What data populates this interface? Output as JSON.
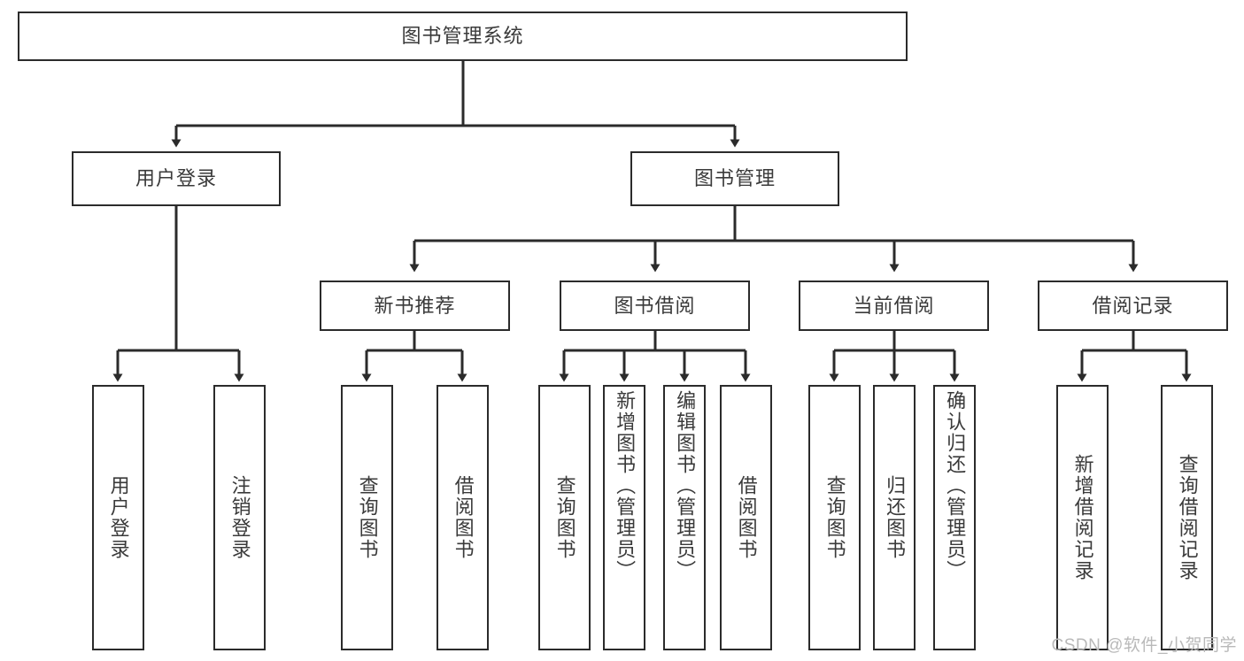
{
  "diagram": {
    "type": "tree",
    "title": "图书管理系统",
    "watermark": "CSDN @软件_小贺同学",
    "colors": {
      "node_border": "#2b2b2b",
      "node_fill": "#ffffff",
      "text": "#3a3a3a",
      "connector": "#2b2b2b",
      "watermark": "#b9b9b9",
      "background": "#ffffff"
    },
    "root": {
      "label": "图书管理系统",
      "orientation": "horizontal"
    },
    "level2": [
      {
        "label": "用户登录",
        "orientation": "horizontal"
      },
      {
        "label": "图书管理",
        "orientation": "horizontal"
      }
    ],
    "level3": [
      {
        "label": "新书推荐",
        "orientation": "horizontal",
        "parent": "图书管理"
      },
      {
        "label": "图书借阅",
        "orientation": "horizontal",
        "parent": "图书管理"
      },
      {
        "label": "当前借阅",
        "orientation": "horizontal",
        "parent": "图书管理"
      },
      {
        "label": "借阅记录",
        "orientation": "horizontal",
        "parent": "图书管理"
      }
    ],
    "leaves": {
      "user_login": [
        {
          "label": "用户登录",
          "orientation": "vertical"
        },
        {
          "label": "注销登录",
          "orientation": "vertical"
        }
      ],
      "new_book_recommend": [
        {
          "label": "查询图书",
          "orientation": "vertical"
        },
        {
          "label": "借阅图书",
          "orientation": "vertical"
        }
      ],
      "book_borrow": [
        {
          "label": "查询图书",
          "orientation": "vertical"
        },
        {
          "label": "新增图书（管理员）",
          "orientation": "vertical"
        },
        {
          "label": "编辑图书（管理员）",
          "orientation": "vertical"
        },
        {
          "label": "借阅图书",
          "orientation": "vertical"
        }
      ],
      "current_borrow": [
        {
          "label": "查询图书",
          "orientation": "vertical"
        },
        {
          "label": "归还图书",
          "orientation": "vertical"
        },
        {
          "label": "确认归还（管理员）",
          "orientation": "vertical"
        }
      ],
      "borrow_record": [
        {
          "label": "新增借阅记录",
          "orientation": "vertical"
        },
        {
          "label": "查询借阅记录",
          "orientation": "vertical"
        }
      ]
    }
  }
}
